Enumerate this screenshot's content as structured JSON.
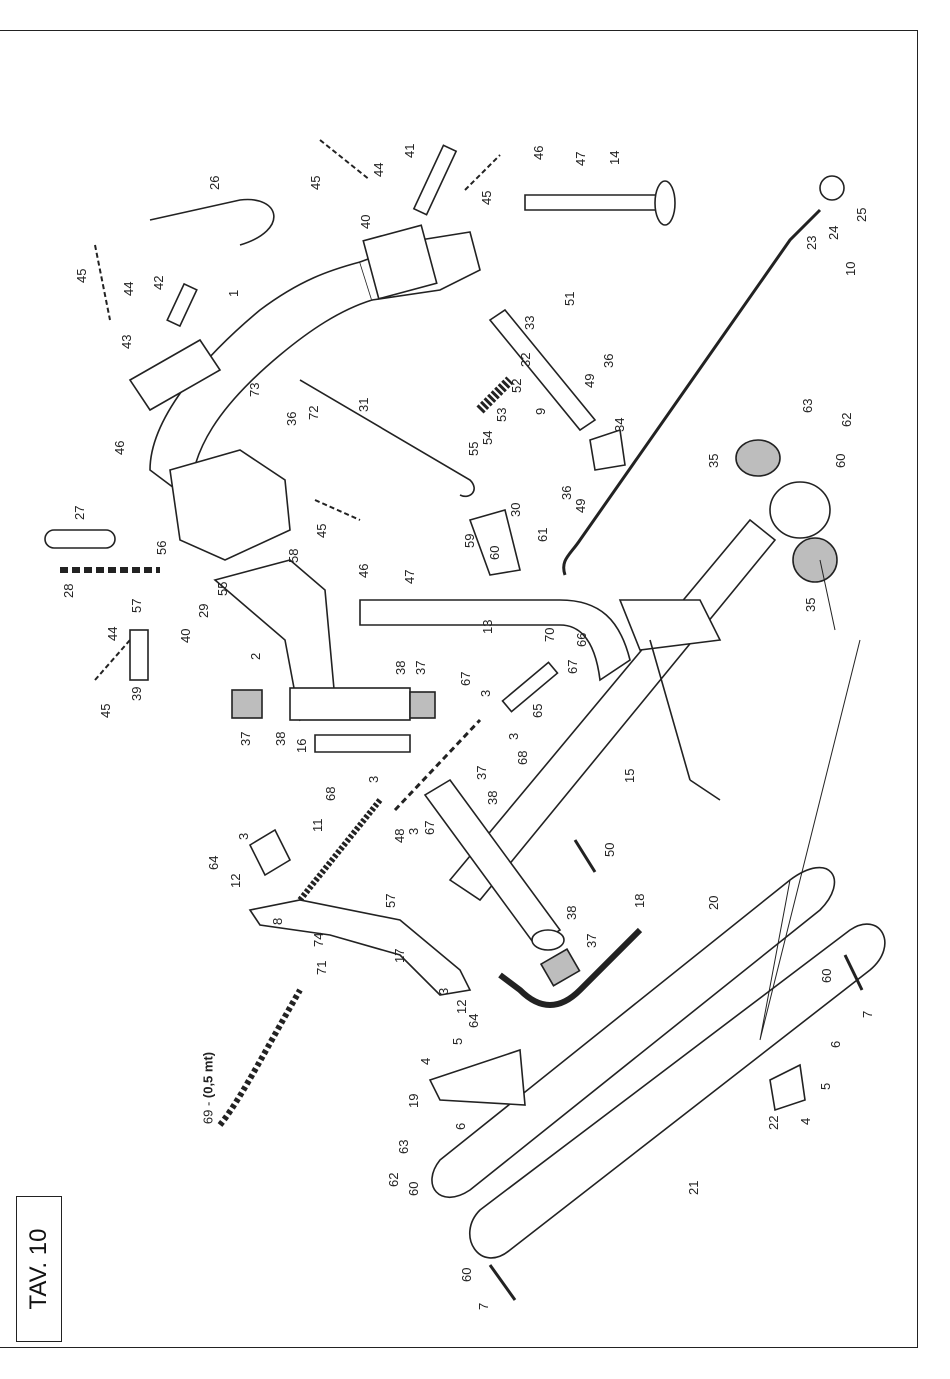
{
  "table_title": "TAV. 10",
  "spring_note": {
    "ref": "69 - ",
    "length": "(0,5 mt)"
  },
  "labels": [
    "1",
    "2",
    "3",
    "4",
    "5",
    "6",
    "7",
    "8",
    "9",
    "10",
    "11",
    "12",
    "13",
    "14",
    "15",
    "16",
    "17",
    "18",
    "19",
    "20",
    "21",
    "22",
    "23",
    "24",
    "25",
    "26",
    "27",
    "28",
    "29",
    "30",
    "31",
    "32",
    "33",
    "34",
    "35",
    "36",
    "37",
    "38",
    "39",
    "40",
    "41",
    "42",
    "43",
    "44",
    "45",
    "46",
    "47",
    "48",
    "49",
    "50",
    "51",
    "52",
    "53",
    "54",
    "55",
    "56",
    "57",
    "58",
    "59",
    "60",
    "61",
    "62",
    "63",
    "64",
    "65",
    "66",
    "67",
    "68",
    "70",
    "71",
    "72",
    "73",
    "74"
  ],
  "colors": {
    "line": "#222222",
    "paper": "#ffffff",
    "shade": "#bdbdbd"
  }
}
